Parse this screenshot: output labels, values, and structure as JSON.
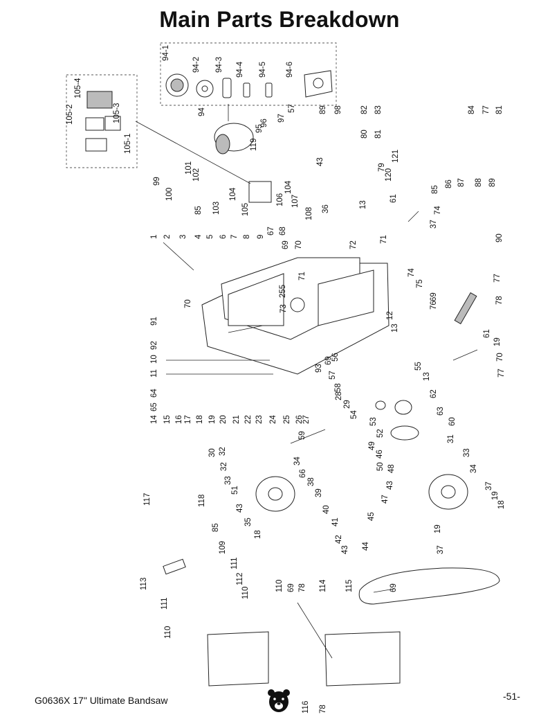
{
  "title": "Main Parts Breakdown",
  "footer": {
    "manual": "G0636X 17\" Ultimate Bandsaw",
    "page": "-51-"
  },
  "logo_icon": "bear-head-logo-icon",
  "callouts": [
    "94-1",
    "94-2",
    "94-3",
    "94-4",
    "94-5",
    "94-6",
    "105-4",
    "105-2",
    "105-3",
    "105-1",
    "94",
    "96",
    "97",
    "57",
    "95",
    "119",
    "89",
    "98",
    "82",
    "83",
    "80",
    "81",
    "84",
    "77",
    "81",
    "99",
    "101",
    "102",
    "100",
    "85",
    "103",
    "104",
    "105",
    "104",
    "106",
    "107",
    "43",
    "108",
    "36",
    "79",
    "121",
    "120",
    "61",
    "13",
    "37",
    "74",
    "85",
    "86",
    "87",
    "88",
    "89",
    "90",
    "1",
    "2",
    "3",
    "4",
    "5",
    "6",
    "7",
    "8",
    "9",
    "67",
    "68",
    "69",
    "70",
    "71",
    "72",
    "70",
    "71",
    "255",
    "73",
    "74",
    "75",
    "69",
    "76",
    "77",
    "78",
    "91",
    "92",
    "10",
    "11",
    "12",
    "13",
    "61",
    "19",
    "70",
    "77",
    "93",
    "69",
    "56",
    "57",
    "58",
    "55",
    "13",
    "62",
    "63",
    "64",
    "65",
    "14",
    "15",
    "16",
    "17",
    "18",
    "19",
    "20",
    "21",
    "22",
    "23",
    "24",
    "25",
    "26",
    "27",
    "28",
    "29",
    "54",
    "53",
    "52",
    "59",
    "60",
    "30",
    "32",
    "31",
    "32",
    "33",
    "33",
    "34",
    "34",
    "66",
    "38",
    "39",
    "40",
    "41",
    "42",
    "43",
    "44",
    "45",
    "46",
    "47",
    "43",
    "48",
    "49",
    "50",
    "51",
    "43",
    "35",
    "18",
    "37",
    "19",
    "18",
    "37",
    "19",
    "117",
    "118",
    "85",
    "109",
    "111",
    "112",
    "113",
    "111",
    "110",
    "110",
    "110",
    "69",
    "78",
    "114",
    "115",
    "69",
    "116",
    "78"
  ]
}
